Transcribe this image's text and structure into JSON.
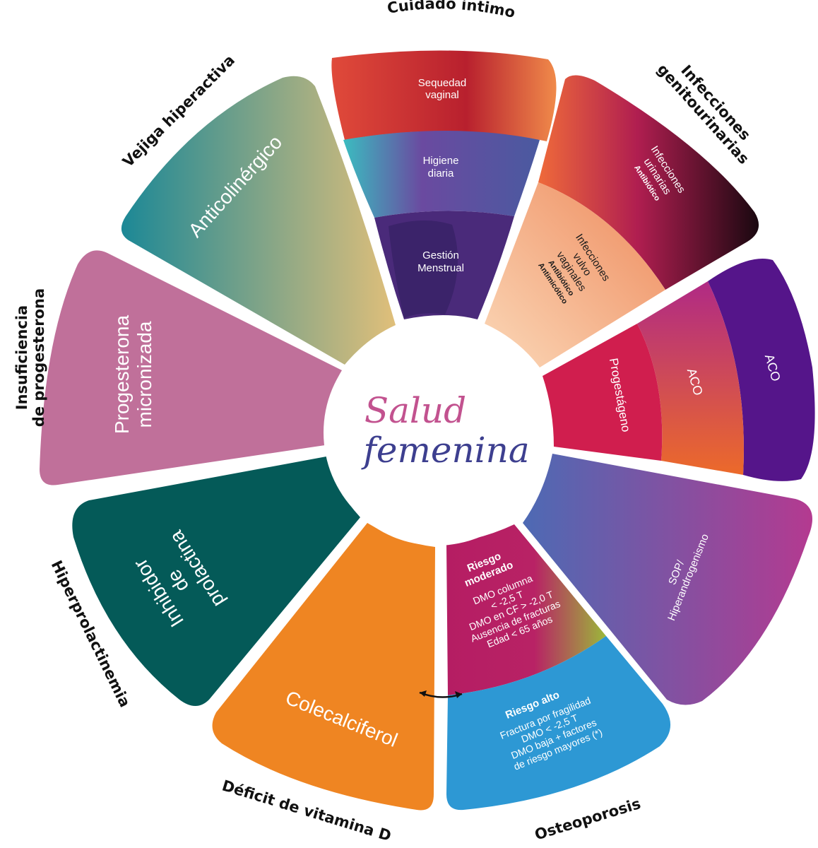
{
  "center": {
    "line1": "Salud",
    "line2": "femenina",
    "colors": {
      "line1": "#c2528f",
      "line2": "#3d3f8f"
    }
  },
  "categories": {
    "cuidado_intimo": "Cuidado íntimo",
    "infecciones_1": "Infecciones",
    "infecciones_2": "genitourinarias",
    "osteoporosis": "Osteoporosis",
    "vitamina_d": "Déficit de vitamina D",
    "hiperprolactinemia": "Hiperprolactinemia",
    "progesterona_1": "Insuficiencia",
    "progesterona_2": "de progesterona",
    "vejiga": "Vejiga hiperactiva"
  },
  "segments": {
    "cuidado_intimo": {
      "sequedad_1": "Sequedad",
      "sequedad_2": "vaginal",
      "higiene_1": "Higiene",
      "higiene_2": "diaria",
      "gestion_1": "Gestión",
      "gestion_2": "Menstrual"
    },
    "infecciones": {
      "urinarias_1": "Infecciones",
      "urinarias_2": "urinarias",
      "urinarias_tag": "Antibiótico",
      "vulvo_1": "Infecciones",
      "vulvo_2": "vulvo",
      "vulvo_3": "vaginales",
      "vulvo_tag1": "Antibiótico",
      "vulvo_tag2": "Antimicótico"
    },
    "sop": {
      "progestageno": "Progestágeno",
      "aco_1": "ACO",
      "aco_2": "ACO"
    },
    "sop_hiper": {
      "line1": "SOP/",
      "line2": "Hiperandrogenismo"
    },
    "osteoporosis": {
      "moderado_1": "Riesgo",
      "moderado_2": "moderado",
      "moderado_items": [
        "DMO columna",
        "< -2,5 T",
        "DMO en CF > -2,0 T",
        "Ausencia de fracturas",
        "Edad < 65 años"
      ],
      "alto_title": "Riesgo alto",
      "alto_items": [
        "Fractura por fragilidad",
        "DMO < -2,5 T",
        "DMO baja + factores",
        "de riesgo mayores (*)"
      ]
    },
    "vitamina_d": "Colecalciferol",
    "hiperprolactinemia": {
      "line1": "Inhibidor",
      "line2": "de",
      "line3": "prolactina"
    },
    "progesterona": {
      "line1": "Progesterona",
      "line2": "micronizada"
    },
    "vejiga": "Anticolinérgico"
  },
  "colors": {
    "cuidado_top": "#e04a3a",
    "cuidado_mid": "#1aa8b0",
    "cuidado_bottom": "#4a2a7a",
    "uri_dark": "#1a0810",
    "uri_mid": "#b01e50",
    "vulvo_light": "#f8c9a2",
    "vulvo_orange": "#ee8a5c",
    "progestageno": "#d01e4e",
    "aco_inner": "#d8365a",
    "aco_outer": "#55158a",
    "sop": "#8a4fa5",
    "osteo_mod": "#b82265",
    "osteo_alto": "#2d98d4",
    "vitamina_d": "#ef8522",
    "hiperprolactinemia": "#045a58",
    "progesterona": "#c0709a",
    "vejiga_dark": "#1c8896",
    "vejiga_light": "#e0bf7a"
  }
}
